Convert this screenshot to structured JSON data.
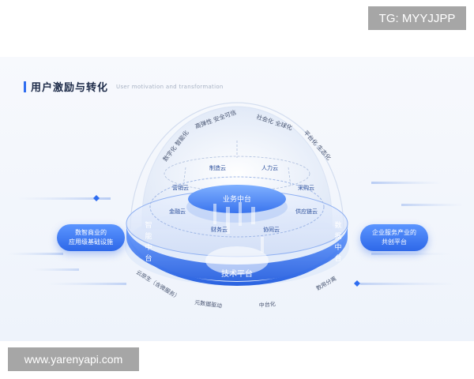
{
  "header": {
    "title": "用户激励与转化",
    "subtitle": "User motivation and transformation"
  },
  "watermarks": {
    "top_right": "TG: MYYJJPP",
    "bottom_left": "www.yarenyapi.com"
  },
  "side_pills": {
    "left": [
      "数智商业的",
      "应用级基础设施"
    ],
    "right": [
      "企业服务产业的",
      "共创平台"
    ]
  },
  "outer_ring_labels": [
    "数字化 智能化",
    "高弹性 安全可信",
    "社会化 全球化",
    "平台化 生态化"
  ],
  "dome_modules": [
    "制造云",
    "人力云",
    "营销云",
    "采购云",
    "金融云",
    "供应链云",
    "财务云",
    "协同云"
  ],
  "center_label": "业务中台",
  "left_side_label": "智能中台",
  "right_side_label": "数据中台",
  "base_label": "技术平台",
  "bottom_arc_labels": [
    "云原生（含微服务）",
    "元数据驱动",
    "中台化",
    "数用分离"
  ],
  "colors": {
    "accent": "#2f6df0",
    "accent_light": "#5b95ff",
    "title": "#1c2a48",
    "dome_edge": "#c9d6ee"
  }
}
